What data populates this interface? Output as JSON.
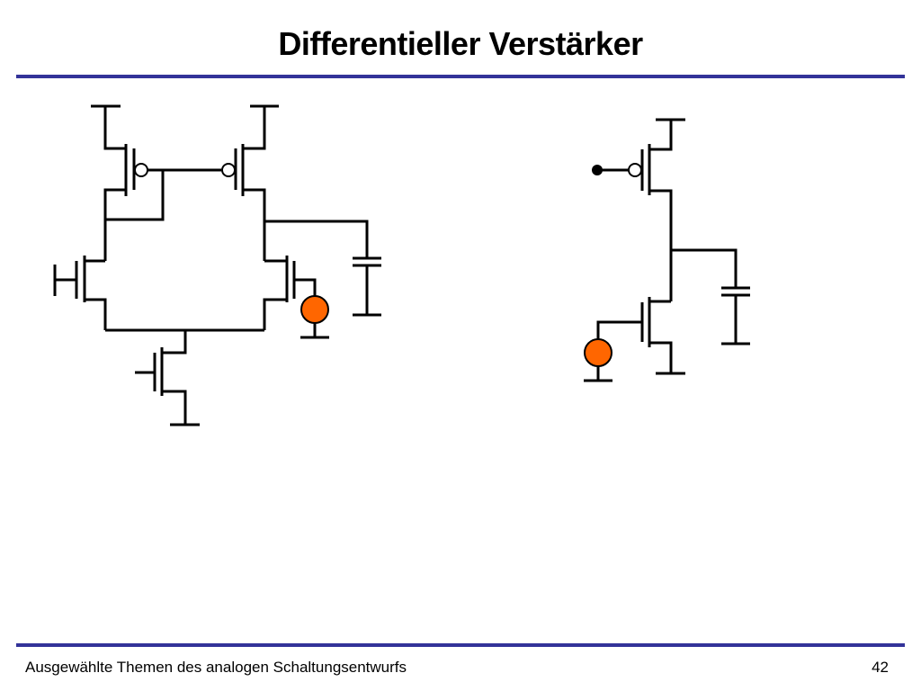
{
  "slide": {
    "title": "Differentieller Verstärker",
    "footer_text": "Ausgewählte Themen des analogen Schaltungsentwurfs",
    "page_number": "42"
  },
  "colors": {
    "rule": "#333399",
    "source_fill": "#ff6600",
    "wire": "#000000"
  }
}
